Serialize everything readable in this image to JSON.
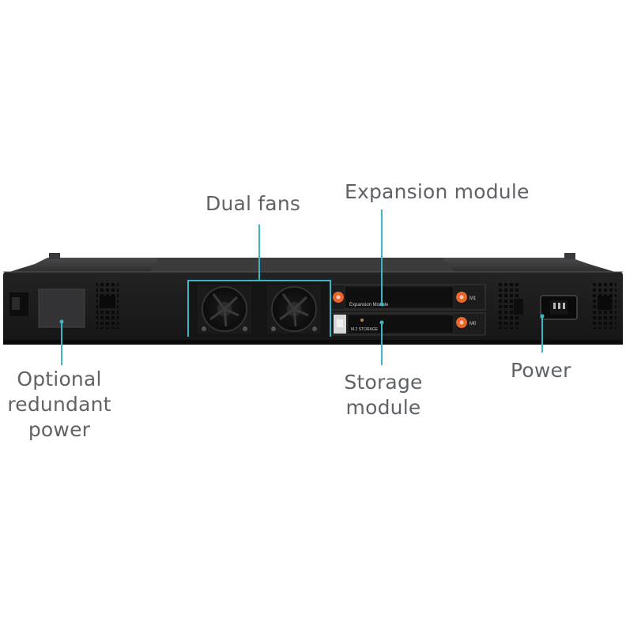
{
  "callouts": {
    "dual_fans": "Dual fans",
    "expansion_module": "Expansion module",
    "optional_redundant_power": [
      "Optional",
      "redundant",
      "power"
    ],
    "storage_module": [
      "Storage",
      "module"
    ],
    "power": "Power"
  },
  "device_labels": {
    "expansion_slot": "Expansion Module",
    "storage_slot": "M.2 STORAGE",
    "slot_m1": "M1",
    "slot_m0": "M0"
  },
  "colors": {
    "callout_line": "#39b7c6",
    "callout_text": "#5f6368",
    "chassis": "#2a2a2b",
    "screw": "#e8652e"
  }
}
